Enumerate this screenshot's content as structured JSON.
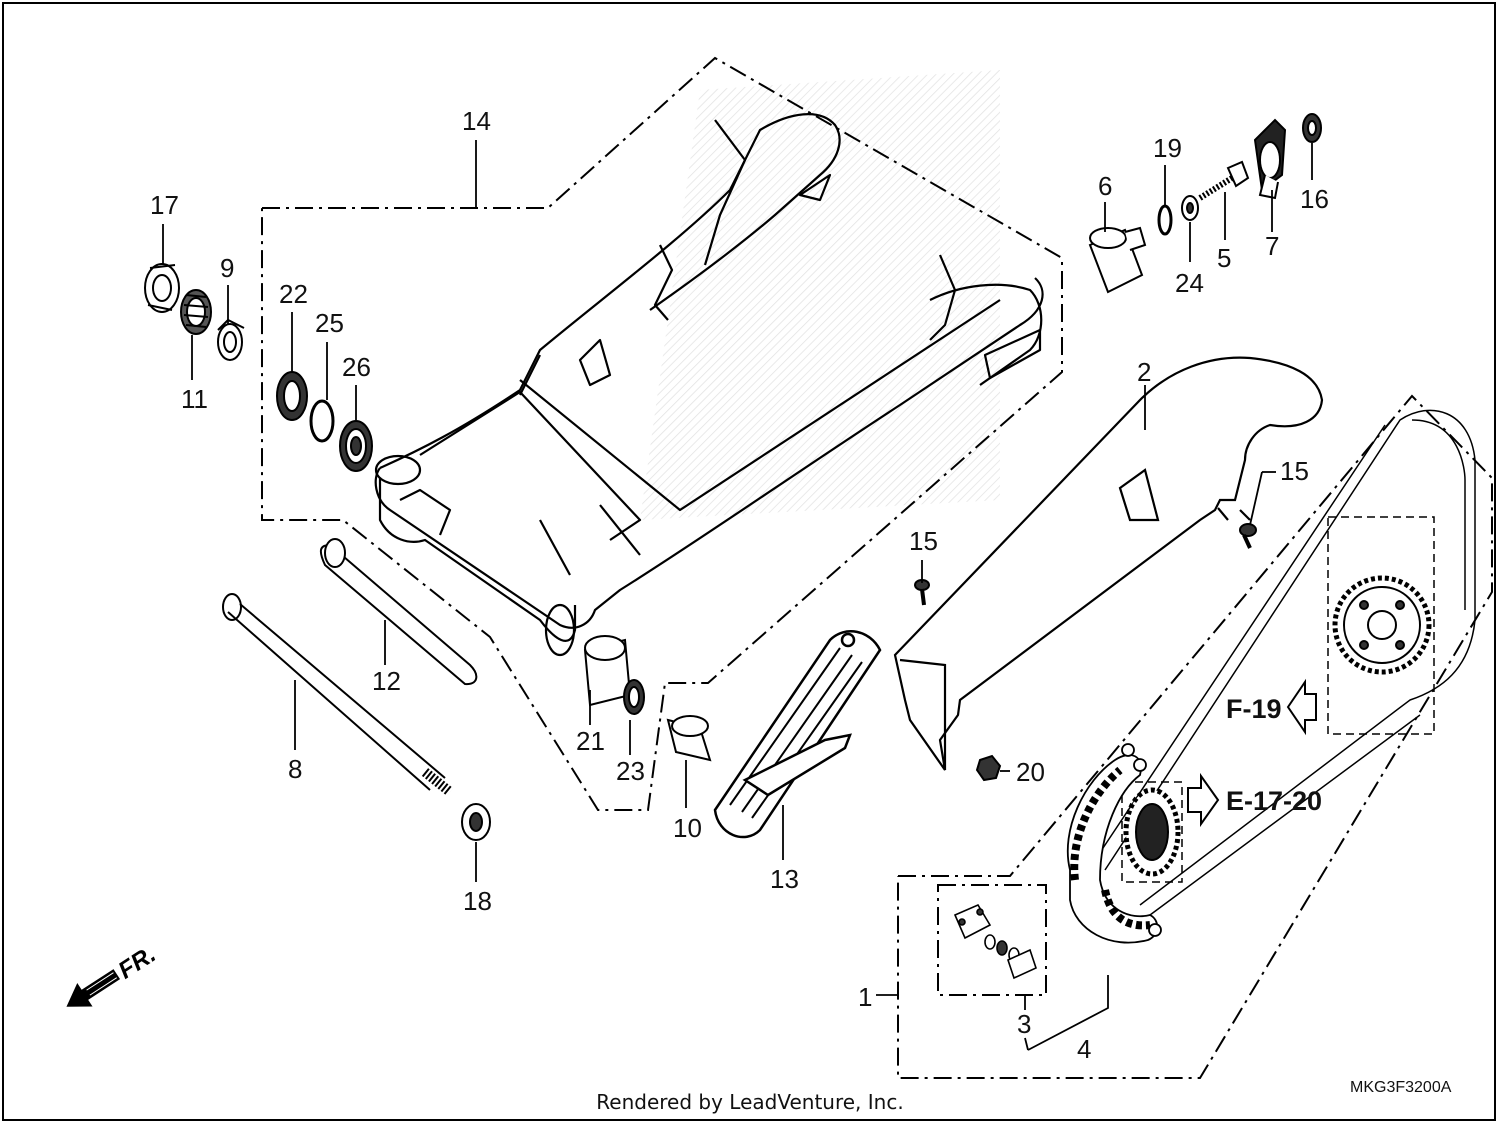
{
  "diagram": {
    "drawing_code": "MKG3F3200A",
    "credit": "Rendered by LeadVenture, Inc.",
    "front_marker": "FR.",
    "references": [
      "F-19",
      "E-17-20"
    ],
    "callouts": [
      {
        "id": "c1",
        "label": "1"
      },
      {
        "id": "c2",
        "label": "2"
      },
      {
        "id": "c3",
        "label": "3"
      },
      {
        "id": "c4",
        "label": "4"
      },
      {
        "id": "c5",
        "label": "5"
      },
      {
        "id": "c6",
        "label": "6"
      },
      {
        "id": "c7",
        "label": "7"
      },
      {
        "id": "c8",
        "label": "8"
      },
      {
        "id": "c9",
        "label": "9"
      },
      {
        "id": "c10",
        "label": "10"
      },
      {
        "id": "c11",
        "label": "11"
      },
      {
        "id": "c12",
        "label": "12"
      },
      {
        "id": "c13",
        "label": "13"
      },
      {
        "id": "c14",
        "label": "14"
      },
      {
        "id": "c15a",
        "label": "15"
      },
      {
        "id": "c15b",
        "label": "15"
      },
      {
        "id": "c16",
        "label": "16"
      },
      {
        "id": "c17",
        "label": "17"
      },
      {
        "id": "c18",
        "label": "18"
      },
      {
        "id": "c19",
        "label": "19"
      },
      {
        "id": "c20",
        "label": "20"
      },
      {
        "id": "c21",
        "label": "21"
      },
      {
        "id": "c22",
        "label": "22"
      },
      {
        "id": "c23",
        "label": "23"
      },
      {
        "id": "c24",
        "label": "24"
      },
      {
        "id": "c25",
        "label": "25"
      },
      {
        "id": "c26",
        "label": "26"
      }
    ]
  }
}
